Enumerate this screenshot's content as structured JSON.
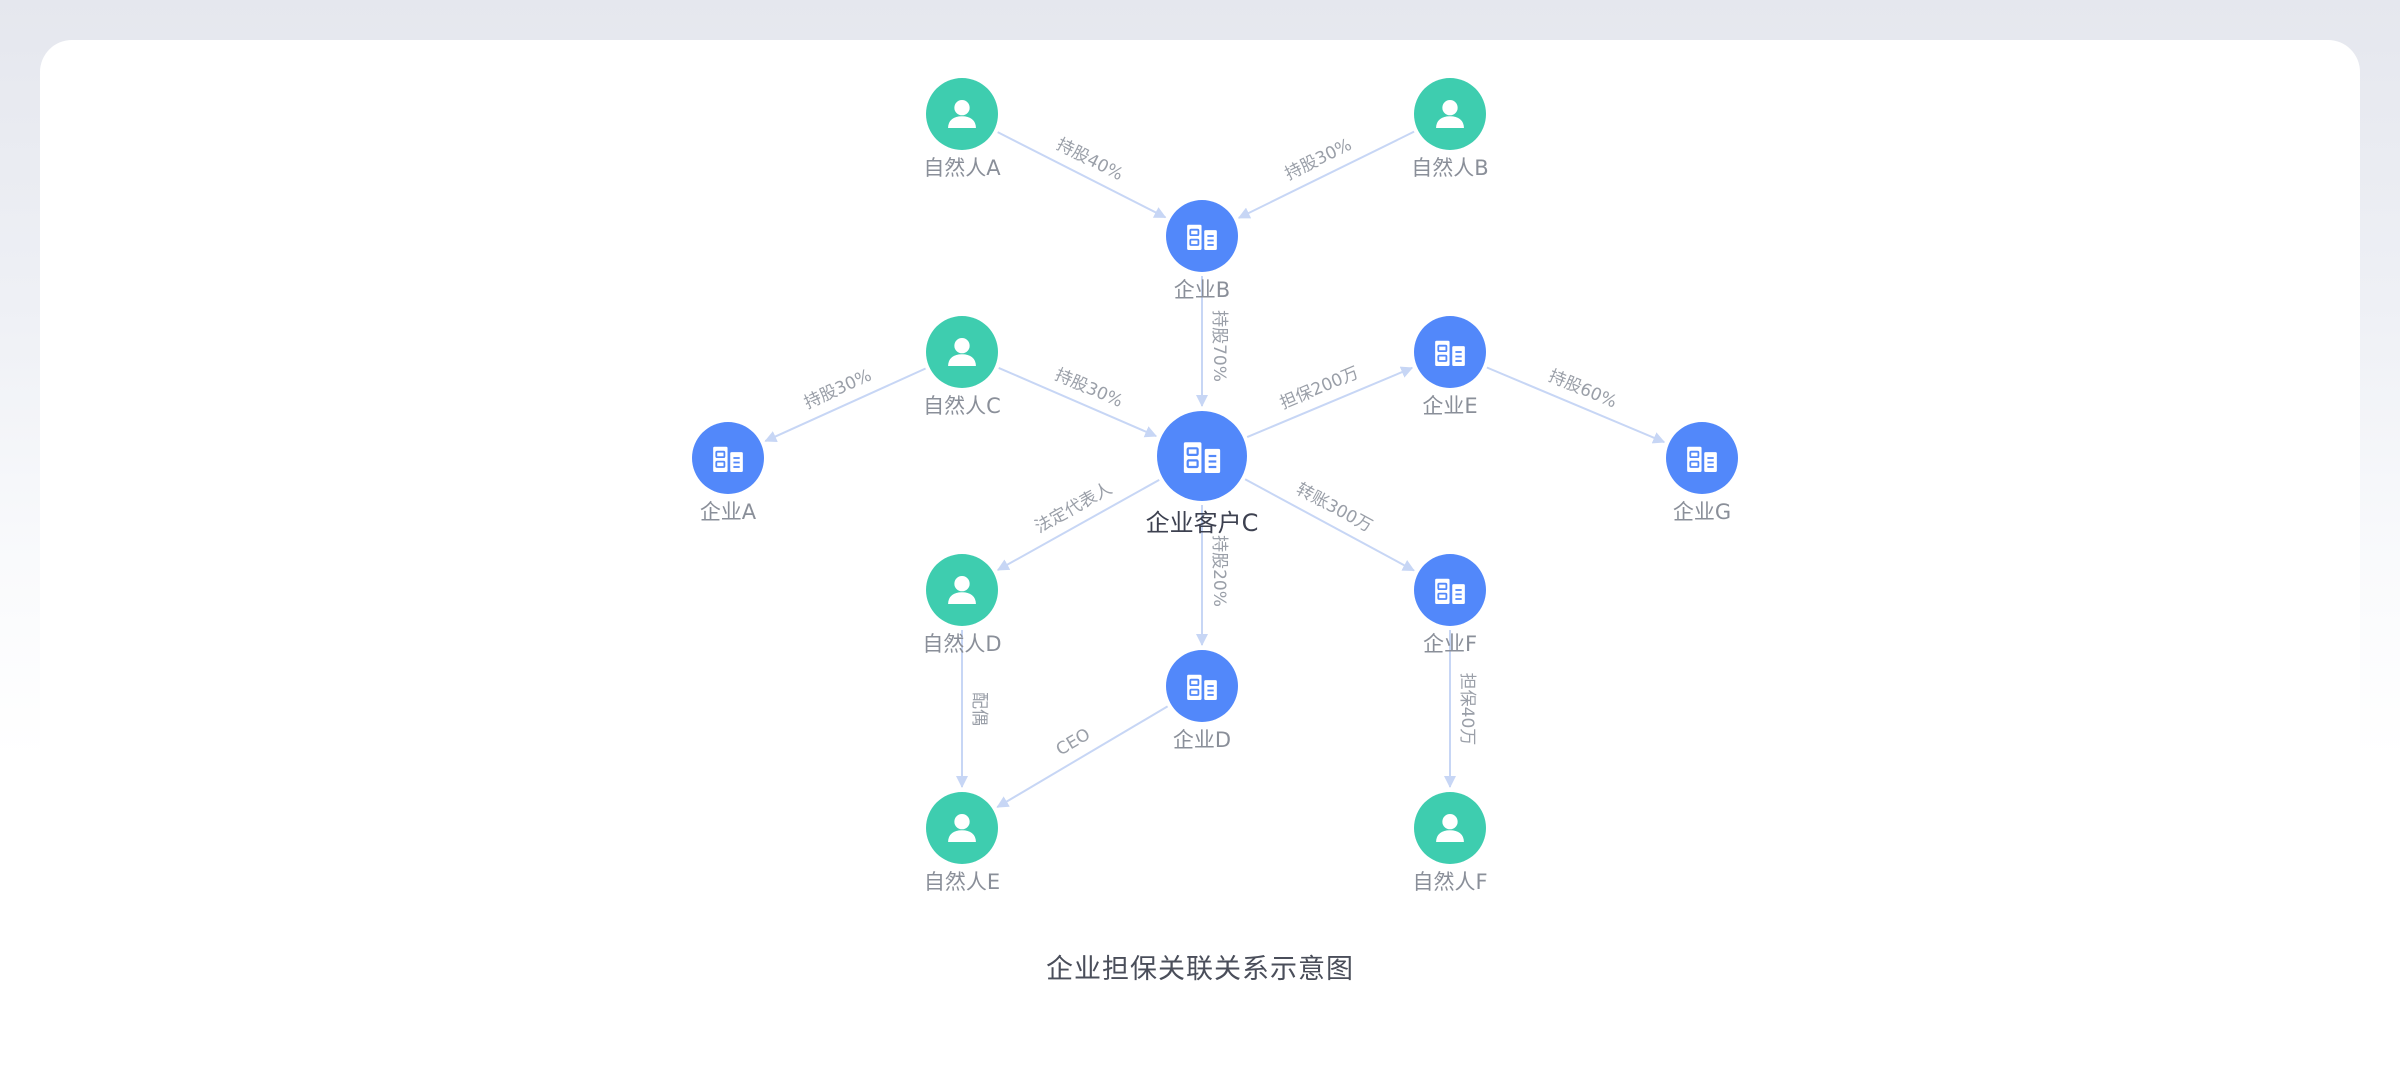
{
  "colors": {
    "person": "#3ecdaf",
    "company": "#5288fa",
    "edge": "#c7d6f5",
    "node_label": "#8a8f99",
    "edge_label": "#9a9fa8"
  },
  "icons": {
    "person": "person-icon",
    "company": "building-icon"
  },
  "caption": "企业担保关联关系示意图",
  "nodes": [
    {
      "id": "pA",
      "label": "自然人A",
      "kind": "person"
    },
    {
      "id": "pB",
      "label": "自然人B",
      "kind": "person"
    },
    {
      "id": "cB",
      "label": "企业B",
      "kind": "company"
    },
    {
      "id": "pC",
      "label": "自然人C",
      "kind": "person"
    },
    {
      "id": "cE",
      "label": "企业E",
      "kind": "company"
    },
    {
      "id": "cA",
      "label": "企业A",
      "kind": "company"
    },
    {
      "id": "main",
      "label": "企业客户C",
      "kind": "company",
      "main": true
    },
    {
      "id": "cG",
      "label": "企业G",
      "kind": "company"
    },
    {
      "id": "pD",
      "label": "自然人D",
      "kind": "person"
    },
    {
      "id": "cF",
      "label": "企业F",
      "kind": "company"
    },
    {
      "id": "cD",
      "label": "企业D",
      "kind": "company"
    },
    {
      "id": "pE",
      "label": "自然人E",
      "kind": "person"
    },
    {
      "id": "pF",
      "label": "自然人F",
      "kind": "person"
    }
  ],
  "edges": [
    {
      "from": "pA",
      "to": "cB",
      "label": "持股40%"
    },
    {
      "from": "pB",
      "to": "cB",
      "label": "持股30%"
    },
    {
      "from": "cB",
      "to": "main",
      "label": "持股70%"
    },
    {
      "from": "pC",
      "to": "cA",
      "label": "持股30%"
    },
    {
      "from": "pC",
      "to": "main",
      "label": "持股30%"
    },
    {
      "from": "main",
      "to": "cE",
      "label": "担保200万"
    },
    {
      "from": "cE",
      "to": "cG",
      "label": "持股60%"
    },
    {
      "from": "main",
      "to": "pD",
      "label": "法定代表人"
    },
    {
      "from": "main",
      "to": "cF",
      "label": "转账300万"
    },
    {
      "from": "main",
      "to": "cD",
      "label": "持股20%"
    },
    {
      "from": "pD",
      "to": "pE",
      "label": "配偶"
    },
    {
      "from": "cD",
      "to": "pE",
      "label": "CEO"
    },
    {
      "from": "cF",
      "to": "pF",
      "label": "担保40万"
    }
  ]
}
